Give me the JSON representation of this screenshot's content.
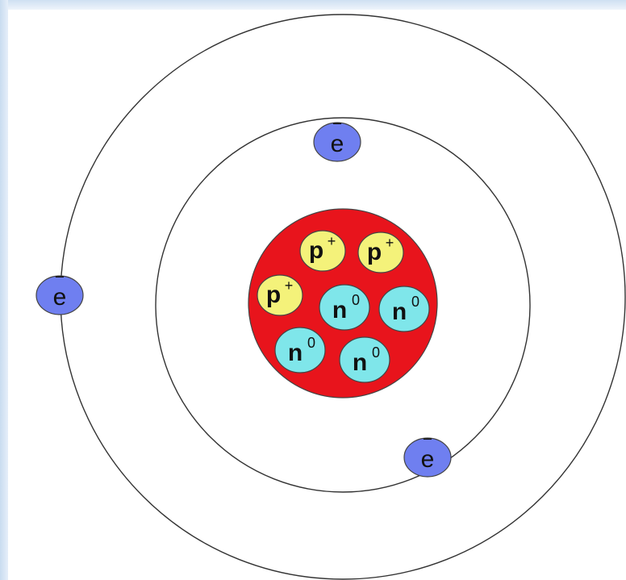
{
  "diagram": {
    "colors": {
      "background": "#ffffff",
      "frame": "#d6e6f5",
      "orbit": "#333333",
      "nucleus": "#e8141c",
      "proton": "#f4f27a",
      "neutron": "#7fe6ea",
      "electron": "#6f7ff0",
      "particle_outline": "#444444",
      "text": "#111111"
    },
    "electron": {
      "symbol": "e",
      "bar": "‾"
    },
    "proton": {
      "symbol": "p",
      "charge": "+"
    },
    "neutron": {
      "symbol": "n",
      "charge": "0"
    },
    "counts": {
      "electrons": 3,
      "protons": 3,
      "neutrons": 4,
      "shells": 2
    }
  }
}
